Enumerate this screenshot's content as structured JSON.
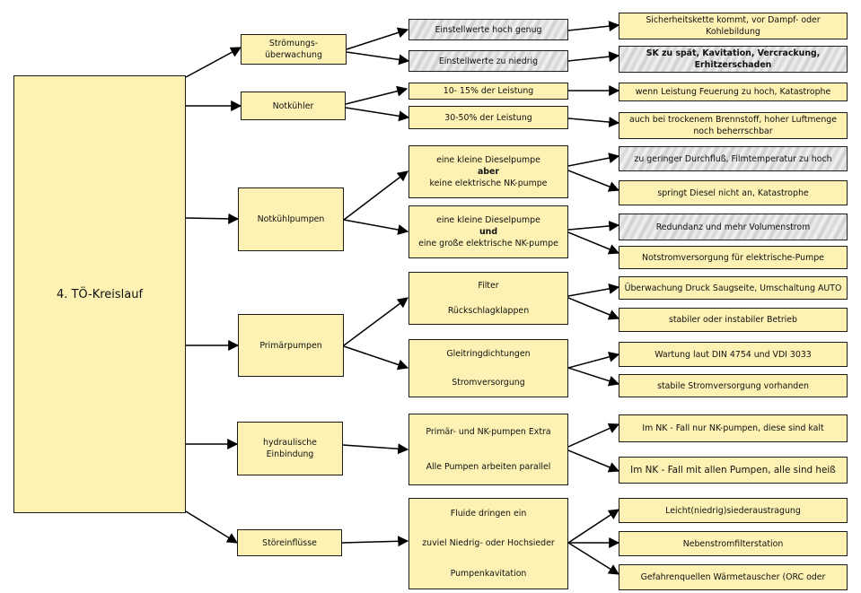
{
  "root": "4. TÖ-Kreislauf",
  "branches": [
    {
      "label": [
        "Strömungs-",
        "überwachung"
      ],
      "items": [
        {
          "lines": [
            "Einstellwerte hoch genug"
          ],
          "grey": true,
          "outcomes": [
            {
              "lines": [
                "Sicherheitskette kommt, vor Dampf- oder",
                "Kohlebildung"
              ],
              "grey": false
            }
          ]
        },
        {
          "lines": [
            "Einstellwerte zu niedrig"
          ],
          "grey": true,
          "outcomes": [
            {
              "lines": [
                "SK zu spät, Kavitation, Vercrackung,",
                "Erhitzerschaden"
              ],
              "grey": true,
              "bold": true
            }
          ]
        }
      ]
    },
    {
      "label": [
        "Notkühler"
      ],
      "items": [
        {
          "lines": [
            "10- 15% der Leistung"
          ],
          "grey": false,
          "outcomes": [
            {
              "lines": [
                "wenn Leistung Feuerung zu hoch, Katastrophe"
              ],
              "grey": false
            }
          ]
        },
        {
          "lines": [
            "30-50% der Leistung"
          ],
          "grey": false,
          "outcomes": [
            {
              "lines": [
                "auch bei trockenem Brennstoff, hoher Luftmenge",
                "noch beherrschbar"
              ],
              "grey": false
            }
          ]
        }
      ]
    },
    {
      "label": [
        "Notkühlpumpen"
      ],
      "items": [
        {
          "lines": [
            "eine kleine Dieselpumpe",
            "aber",
            "keine elektrische NK-pumpe"
          ],
          "grey": false,
          "outcomes": [
            {
              "lines": [
                "zu geringer Durchfluß, Filmtemperatur zu hoch"
              ],
              "grey": true
            },
            {
              "lines": [
                "springt Diesel nicht an, Katastrophe"
              ],
              "grey": false
            }
          ]
        },
        {
          "lines": [
            "eine kleine Dieselpumpe",
            "und",
            "eine große elektrische NK-pumpe"
          ],
          "grey": false,
          "outcomes": [
            {
              "lines": [
                "Redundanz und mehr Volumenstrom"
              ],
              "grey": true
            },
            {
              "lines": [
                "Notstromversorgung für elektrische-Pumpe"
              ],
              "grey": false
            }
          ]
        }
      ]
    },
    {
      "label": [
        "Primärpumpen"
      ],
      "items": [
        {
          "lines": [
            "Filter",
            "Rückschlagklappen"
          ],
          "grey": false,
          "outcomes": [
            {
              "lines": [
                "Überwachung Druck Saugseite, Umschaltung AUTO"
              ],
              "grey": false
            },
            {
              "lines": [
                "stabiler oder instabiler Betrieb"
              ],
              "grey": false
            }
          ]
        },
        {
          "lines": [
            "Gleitringdichtungen",
            "Stromversorgung"
          ],
          "grey": false,
          "outcomes": [
            {
              "lines": [
                "Wartung laut DIN 4754 und VDI 3033"
              ],
              "grey": false
            },
            {
              "lines": [
                "stabile Stromversorgung vorhanden"
              ],
              "grey": false
            }
          ]
        }
      ]
    },
    {
      "label": [
        "hydraulische",
        "Einbindung"
      ],
      "items": [
        {
          "lines": [
            "Primär- und NK-pumpen Extra",
            "Alle Pumpen arbeiten parallel"
          ],
          "grey": false,
          "outcomes": [
            {
              "lines": [
                "Im NK - Fall nur NK-pumpen, diese sind kalt"
              ],
              "grey": false
            },
            {
              "lines": [
                "Im NK - Fall mit allen Pumpen, alle sind heiß"
              ],
              "grey": false
            }
          ]
        }
      ]
    },
    {
      "label": [
        "Störeinflüsse"
      ],
      "items": [
        {
          "lines": [
            "Fluide dringen ein",
            "zuviel Niedrig- oder Hochsieder",
            "Pumpenkavitation"
          ],
          "grey": false,
          "outcomes": [
            {
              "lines": [
                "Leicht(niedrig)siederaustragung"
              ],
              "grey": false
            },
            {
              "lines": [
                "Nebenstromfilterstation"
              ],
              "grey": false
            },
            {
              "lines": [
                "Gefahrenquellen Wärmetauscher (ORC oder"
              ],
              "grey": false
            }
          ]
        }
      ]
    }
  ]
}
